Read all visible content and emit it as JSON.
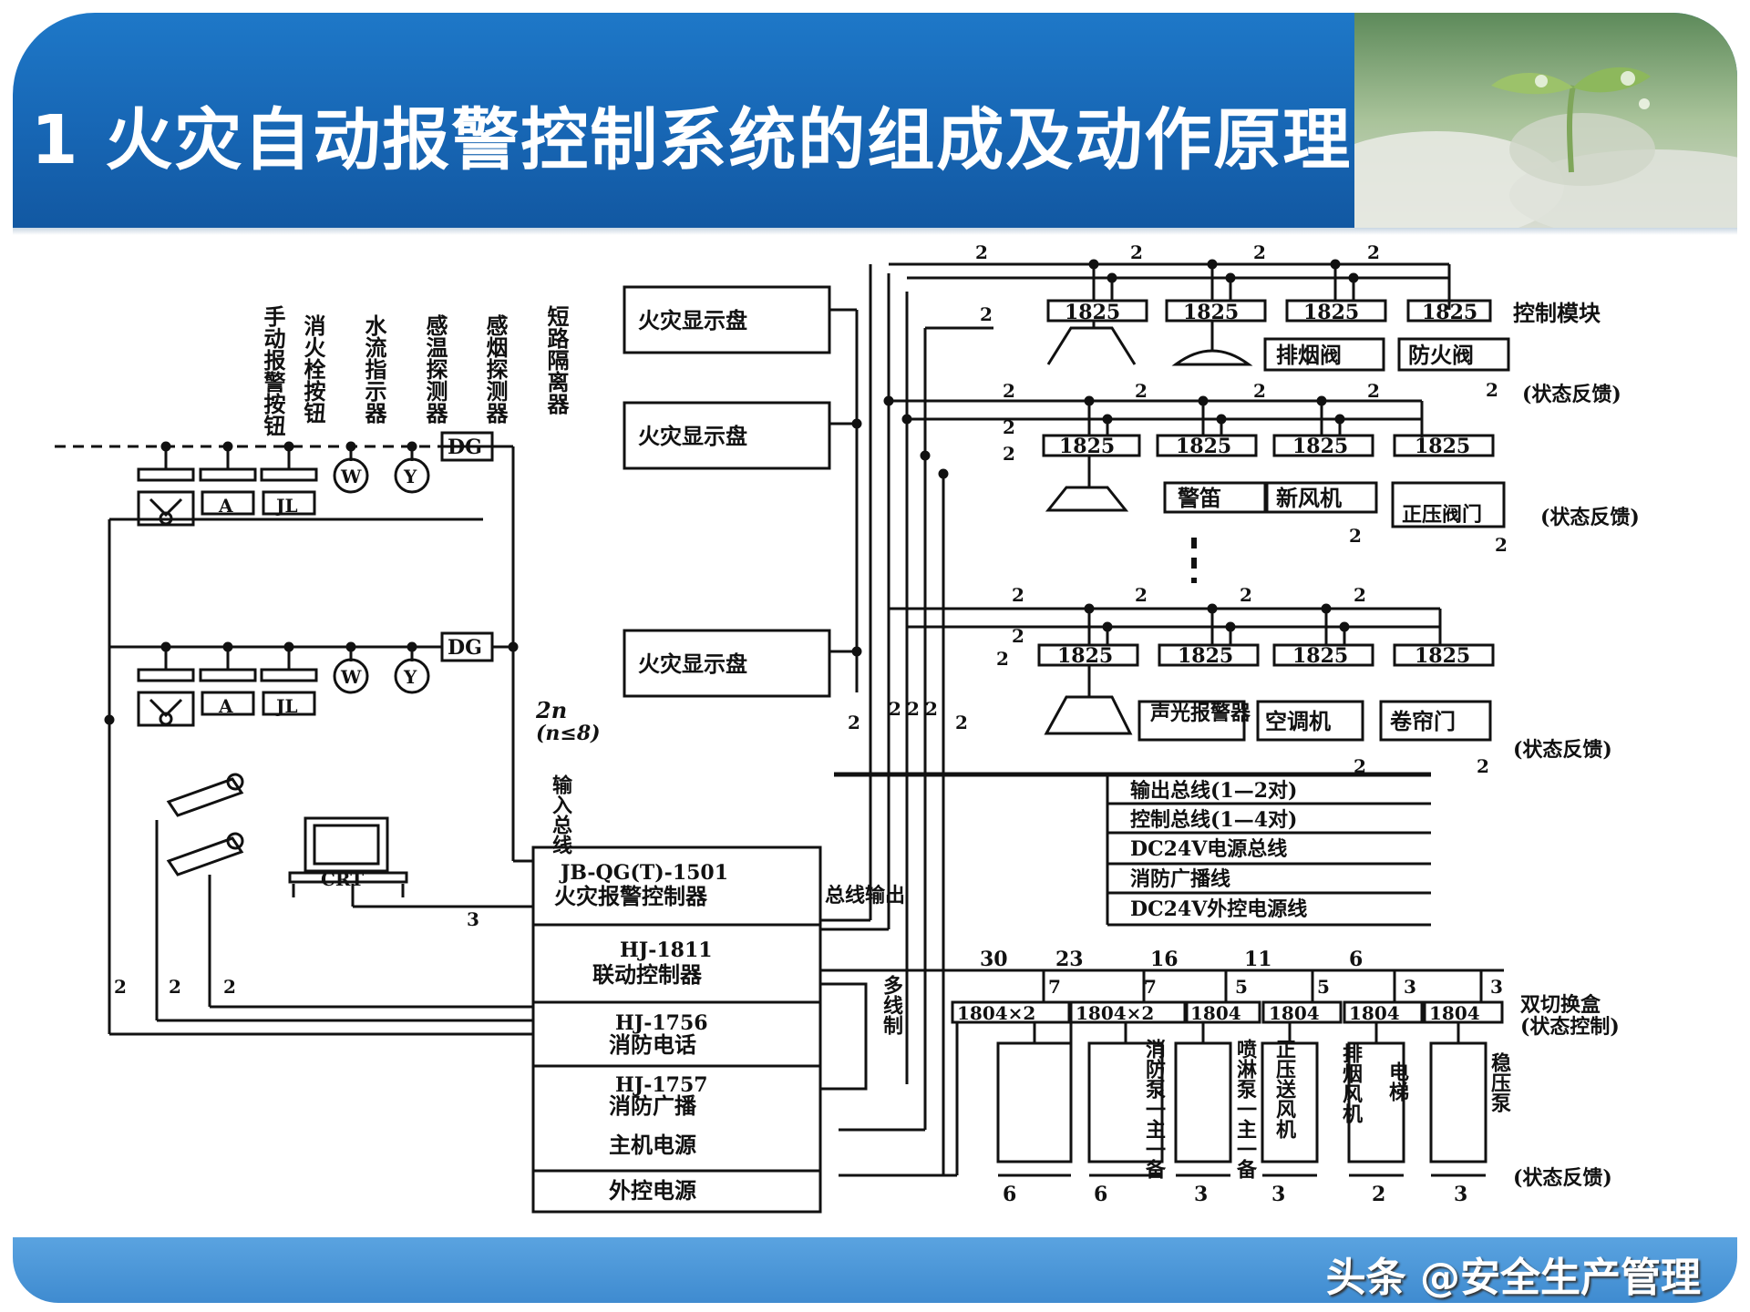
{
  "header": {
    "title": "1  火灾自动报警控制系统的组成及动作原理"
  },
  "footer": {
    "watermark": "头条 @安全生产管理"
  },
  "diagram": {
    "detector_labels": [
      "手动报警按钮",
      "消火栓按钮",
      "水流指示器",
      "感温探测器",
      "感烟探测器",
      "短路隔离器"
    ],
    "device_symbols": {
      "hydrant": "A",
      "water_flow": "JL",
      "temp": "W",
      "smoke": "Y",
      "isolator": "DG"
    },
    "display_panels": [
      "火灾显示盘",
      "火灾显示盘",
      "火灾显示盘"
    ],
    "crt": "CRT",
    "input_bus": "输入总线",
    "loop_count": "2n",
    "loop_limit": "(n≤8)",
    "controller_blocks": [
      {
        "model": "JB-QG(T)-1501",
        "name": "火灾报警控制器"
      },
      {
        "model": "HJ-1811",
        "name": "联动控制器"
      },
      {
        "model": "HJ-1756",
        "name": "消防电话"
      },
      {
        "model": "HJ-1757",
        "name": "消防广播"
      },
      {
        "model": "",
        "name": "主机电源"
      },
      {
        "model": "",
        "name": "外控电源"
      }
    ],
    "bus_output": "总线输出",
    "multi_line": "多线制",
    "module": "1825",
    "control_module": "控制模块",
    "status_feedback": "(状态反馈)",
    "row1_devices": [
      "排烟阀",
      "防火阀"
    ],
    "row2_devices": [
      "警笛",
      "新风机",
      "正压阀门"
    ],
    "row3_devices": [
      "声光报警器",
      "空调机",
      "卷帘门"
    ],
    "bus_legend": [
      "输出总线(1—2对)",
      "控制总线(1—4对)",
      "DC24V电源总线",
      "消防广播线",
      "DC24V外控电源线"
    ],
    "wire_counts_bottom": [
      "30",
      "23",
      "16",
      "11",
      "6"
    ],
    "dual_modules": [
      "1804×2",
      "1804×2",
      "1804",
      "1804",
      "1804",
      "1804"
    ],
    "dual_switch": "双切换盒",
    "status_control": "(状态控制)",
    "equipment": [
      "消防泵一主一备",
      "喷淋泵一主一备",
      "正压送风机",
      "排烟风机",
      "电梯",
      "稳压泵"
    ],
    "bottom_counts": [
      "6",
      "6",
      "3",
      "3",
      "2",
      "3"
    ],
    "count_two": "2",
    "count_three": "3",
    "count_seven": "7",
    "count_five": "5"
  }
}
